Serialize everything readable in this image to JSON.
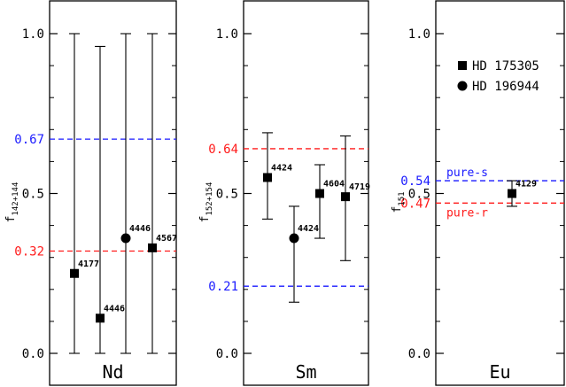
{
  "chart_data": [
    {
      "type": "scatter",
      "element": "Nd",
      "xlabel": "Nd",
      "ylabel": "f",
      "ylabel_sub": "142+144",
      "ylim": [
        -0.08,
        1.08
      ],
      "yticks": [
        0.0,
        0.5,
        1.0
      ],
      "ytick_labels": [
        "0.0",
        "0.5",
        "1.0"
      ],
      "ref_lines": [
        {
          "value": 0.67,
          "color": "#1a1aff",
          "label": "0.67"
        },
        {
          "value": 0.32,
          "color": "#ff1a1a",
          "label": "0.32"
        }
      ],
      "points": [
        {
          "y": 0.25,
          "err_low": 0.25,
          "err_high": 0.75,
          "marker": "square",
          "label": "4177"
        },
        {
          "y": 0.11,
          "err_low": 0.11,
          "err_high": 0.85,
          "marker": "square",
          "label": "4446"
        },
        {
          "y": 0.36,
          "err_low": 0.36,
          "err_high": 0.64,
          "marker": "circle",
          "label": "4446"
        },
        {
          "y": 0.33,
          "err_low": 0.33,
          "err_high": 0.67,
          "marker": "square",
          "label": "4567"
        }
      ]
    },
    {
      "type": "scatter",
      "element": "Sm",
      "xlabel": "Sm",
      "ylabel": "f",
      "ylabel_sub": "152+154",
      "ylim": [
        -0.08,
        1.08
      ],
      "yticks": [
        0.0,
        0.5,
        1.0
      ],
      "ytick_labels": [
        "0.0",
        "0.5",
        "1.0"
      ],
      "ref_lines": [
        {
          "value": 0.64,
          "color": "#ff1a1a",
          "label": "0.64"
        },
        {
          "value": 0.21,
          "color": "#1a1aff",
          "label": "0.21"
        }
      ],
      "points": [
        {
          "y": 0.55,
          "err_low": 0.13,
          "err_high": 0.14,
          "marker": "square",
          "label": "4424"
        },
        {
          "y": 0.36,
          "err_low": 0.2,
          "err_high": 0.1,
          "marker": "circle",
          "label": "4424"
        },
        {
          "y": 0.5,
          "err_low": 0.14,
          "err_high": 0.09,
          "marker": "square",
          "label": "4604"
        },
        {
          "y": 0.49,
          "err_low": 0.2,
          "err_high": 0.19,
          "marker": "square",
          "label": "4719"
        }
      ]
    },
    {
      "type": "scatter",
      "element": "Eu",
      "xlabel": "Eu",
      "ylabel": "f",
      "ylabel_sub": "151",
      "ylim": [
        -0.08,
        1.08
      ],
      "yticks": [
        0.0,
        0.5,
        1.0
      ],
      "ytick_labels": [
        "0.0",
        "0.5",
        "1.0"
      ],
      "ref_lines": [
        {
          "value": 0.54,
          "color": "#1a1aff",
          "label": "0.54",
          "annotation": "pure-s"
        },
        {
          "value": 0.47,
          "color": "#ff1a1a",
          "label": "0.47",
          "annotation": "pure-r"
        }
      ],
      "points": [
        {
          "y": 0.5,
          "err_low": 0.04,
          "err_high": 0.04,
          "marker": "square",
          "label": "4129"
        }
      ],
      "legend": [
        {
          "marker": "square",
          "label": "HD 175305"
        },
        {
          "marker": "circle",
          "label": "HD 196944"
        }
      ],
      "legend_position": "top-right"
    }
  ]
}
